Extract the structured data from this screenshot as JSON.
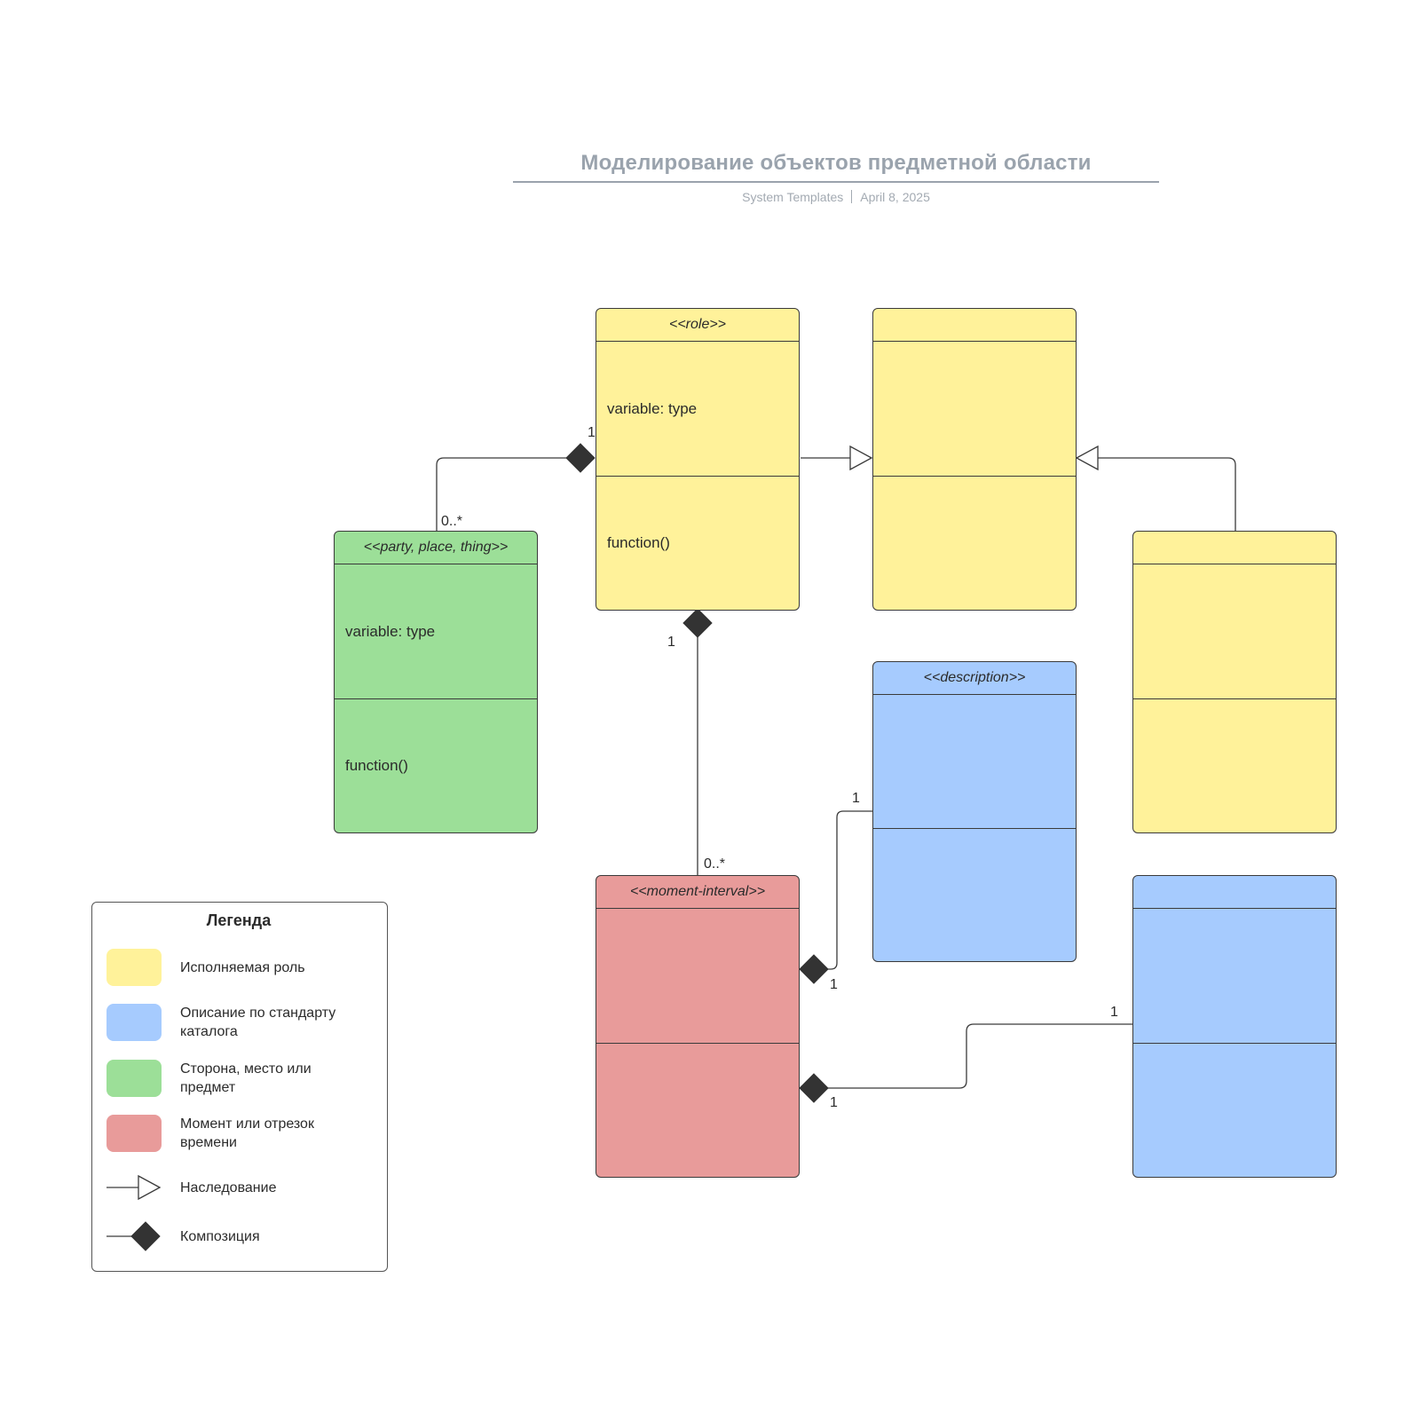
{
  "header": {
    "title": "Моделирование объектов предметной области",
    "source": "System Templates",
    "date": "April 8, 2025"
  },
  "classes": {
    "role": {
      "stereotype": "<<role>>",
      "attributes": "variable: type",
      "methods": "function()"
    },
    "role_parent": {
      "stereotype": "",
      "attributes": "",
      "methods": ""
    },
    "role_sibling": {
      "stereotype": "",
      "attributes": "",
      "methods": ""
    },
    "party": {
      "stereotype": "<<party, place, thing>>",
      "attributes": "variable: type",
      "methods": "function()"
    },
    "description": {
      "stereotype": "<<description>>",
      "attributes": "",
      "methods": ""
    },
    "description2": {
      "stereotype": "",
      "attributes": "",
      "methods": ""
    },
    "moment": {
      "stereotype": "<<moment-interval>>",
      "attributes": "",
      "methods": ""
    }
  },
  "multiplicities": {
    "role_party_role_end": "1",
    "role_party_party_end": "0..*",
    "role_moment_role_end": "1",
    "role_moment_moment_end": "0..*",
    "desc_moment_desc_end": "1",
    "desc_moment_moment_end": "1",
    "desc2_moment_desc_end": "1",
    "desc2_moment_moment_end": "1"
  },
  "legend": {
    "title": "Легенда",
    "items": [
      {
        "label": "Исполняемая роль",
        "color": "#fff29a"
      },
      {
        "label": "Описание по стандарту каталога",
        "color": "#a6cbfe"
      },
      {
        "label": "Сторона, место или предмет",
        "color": "#9cdf98"
      },
      {
        "label": "Момент или отрезок времени",
        "color": "#e89b9a"
      }
    ],
    "inheritance_label": "Наследование",
    "composition_label": "Композиция"
  },
  "colors": {
    "role": "#fff29a",
    "description": "#a6cbfe",
    "party": "#9cdf98",
    "moment_interval": "#e89b9a",
    "line": "#3a3a3a",
    "title": "#9aa3ad"
  }
}
